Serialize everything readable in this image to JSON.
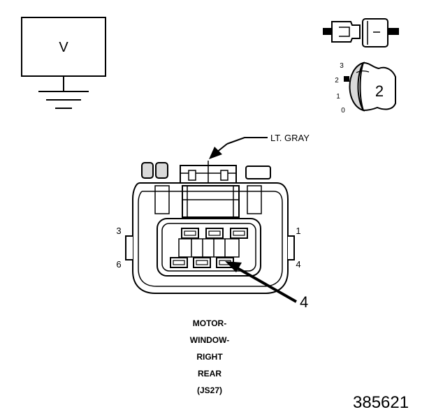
{
  "meter": {
    "label": "V"
  },
  "tool_inset": {
    "positions": [
      "3",
      "2",
      "1",
      "0"
    ],
    "selected": "2"
  },
  "connector": {
    "wire_color_label": "LT. GRAY",
    "pin_labels": {
      "p1": "1",
      "p3": "3",
      "p4": "4",
      "p6": "6"
    },
    "probe_callout": "4",
    "caption": [
      "MOTOR-",
      "WINDOW-",
      "RIGHT",
      "REAR",
      "(JS27)"
    ]
  },
  "figure_number": "385621",
  "colors": {
    "ink": "#000000",
    "paper": "#ffffff",
    "fill": "#d9d9d9"
  }
}
